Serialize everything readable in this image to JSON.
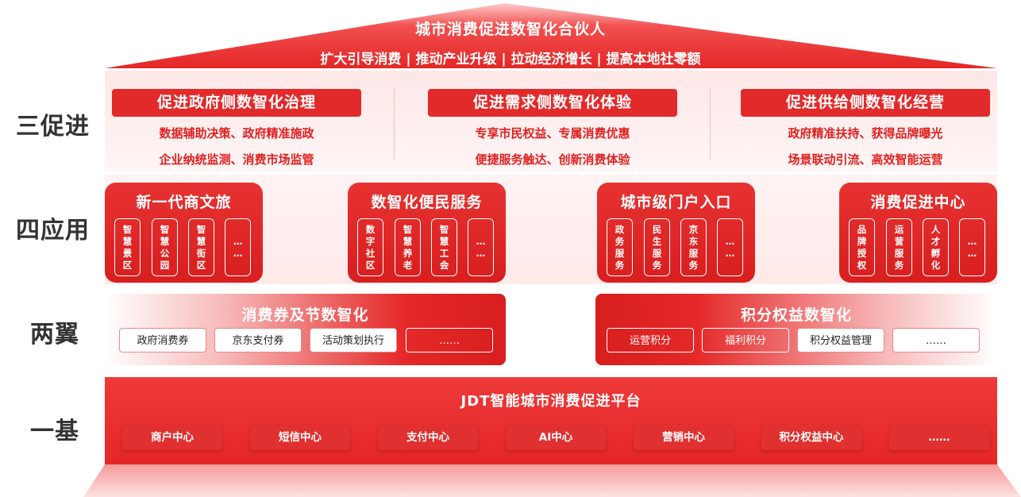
{
  "roof": {
    "title": "城市消费促进数智化合伙人",
    "subtitle": "扩大引导消费 | 推动产业升级 | 拉动经济增长 | 提高本地社零额"
  },
  "labels": {
    "row1": "三促进",
    "row2": "四应用",
    "row3": "两翼",
    "row4": "一基"
  },
  "promote": [
    {
      "title": "促进政府侧数智化治理",
      "line1": "数据辅助决策、政府精准施政",
      "line2": "企业纳统监测、消费市场监管"
    },
    {
      "title": "促进需求侧数智化体验",
      "line1": "专享市民权益、专属消费优惠",
      "line2": "便捷服务触达、创新消费体验"
    },
    {
      "title": "促进供给侧数智化经营",
      "line1": "政府精准扶持、获得品牌曝光",
      "line2": "场景联动引流、高效智能运营"
    }
  ],
  "apps": [
    {
      "title": "新一代商文旅",
      "items": [
        "智慧景区",
        "智慧公园",
        "智慧街区",
        "……"
      ]
    },
    {
      "title": "数智化便民服务",
      "items": [
        "数字社区",
        "智慧养老",
        "智慧工会",
        "……"
      ]
    },
    {
      "title": "城市级门户入口",
      "items": [
        "政务服务",
        "民生服务",
        "京东服务",
        "……"
      ]
    },
    {
      "title": "消费促进中心",
      "items": [
        "品牌授权",
        "运营服务",
        "人才孵化",
        "……"
      ]
    }
  ],
  "wings": [
    {
      "title": "消费券及节数智化",
      "items": [
        "政府消费券",
        "京东支付券",
        "活动策划执行",
        "……"
      ]
    },
    {
      "title": "积分权益数智化",
      "items": [
        "运营积分",
        "福利积分",
        "积分权益管理",
        "……"
      ]
    }
  ],
  "base": {
    "title": "JDT智能城市消费促进平台",
    "items": [
      "商户中心",
      "短信中心",
      "支付中心",
      "AI中心",
      "营销中心",
      "积分权益中心",
      "……"
    ]
  },
  "colors": {
    "primary": "#e32a2a",
    "light": "#fde7e7",
    "text": "#333333"
  }
}
